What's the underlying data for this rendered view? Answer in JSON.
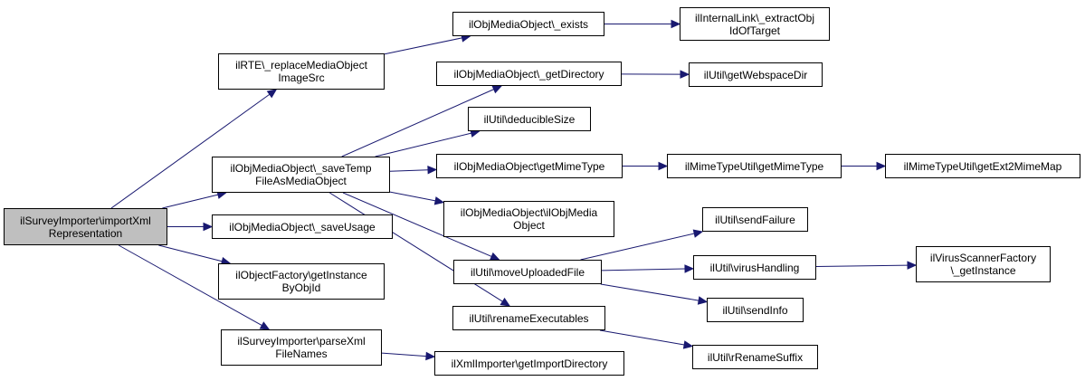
{
  "diagram": {
    "edge_color": "#191970",
    "root_fill": "#bfbfbf",
    "nodes": [
      {
        "id": "root",
        "label": "ilSurveyImporter\\importXml\nRepresentation"
      },
      {
        "id": "replaceMedia",
        "label": "ilRTE\\_replaceMediaObject\nImageSrc"
      },
      {
        "id": "saveTemp",
        "label": "ilObjMediaObject\\_saveTemp\nFileAsMediaObject"
      },
      {
        "id": "saveUsage",
        "label": "ilObjMediaObject\\_saveUsage"
      },
      {
        "id": "getInstanceByObjId",
        "label": "ilObjectFactory\\getInstance\nByObjId"
      },
      {
        "id": "parseXml",
        "label": "ilSurveyImporter\\parseXml\nFileNames"
      },
      {
        "id": "exists",
        "label": "ilObjMediaObject\\_exists"
      },
      {
        "id": "extractObj",
        "label": "ilInternalLink\\_extractObj\nIdOfTarget"
      },
      {
        "id": "getDirectory",
        "label": "ilObjMediaObject\\_getDirectory"
      },
      {
        "id": "webspace",
        "label": "ilUtil\\getWebspaceDir"
      },
      {
        "id": "deducible",
        "label": "ilUtil\\deducibleSize"
      },
      {
        "id": "getMimeType",
        "label": "ilObjMediaObject\\getMimeType"
      },
      {
        "id": "mimeUtil",
        "label": "ilMimeTypeUtil\\getMimeType"
      },
      {
        "id": "ext2mime",
        "label": "ilMimeTypeUtil\\getExt2MimeMap"
      },
      {
        "id": "ctor",
        "label": "ilObjMediaObject\\ilObjMedia\nObject"
      },
      {
        "id": "moveUploaded",
        "label": "ilUtil\\moveUploadedFile"
      },
      {
        "id": "sendFailure",
        "label": "ilUtil\\sendFailure"
      },
      {
        "id": "virusHandling",
        "label": "ilUtil\\virusHandling"
      },
      {
        "id": "virusFactory",
        "label": "ilVirusScannerFactory\n\\_getInstance"
      },
      {
        "id": "sendInfo",
        "label": "ilUtil\\sendInfo"
      },
      {
        "id": "renameExec",
        "label": "ilUtil\\renameExecutables"
      },
      {
        "id": "rRename",
        "label": "ilUtil\\rRenameSuffix"
      },
      {
        "id": "importDir",
        "label": "ilXmlImporter\\getImportDirectory"
      }
    ],
    "edges": [
      [
        "root",
        "replaceMedia"
      ],
      [
        "root",
        "saveTemp"
      ],
      [
        "root",
        "saveUsage"
      ],
      [
        "root",
        "getInstanceByObjId"
      ],
      [
        "root",
        "parseXml"
      ],
      [
        "replaceMedia",
        "exists"
      ],
      [
        "exists",
        "extractObj"
      ],
      [
        "saveTemp",
        "getDirectory"
      ],
      [
        "saveTemp",
        "deducible"
      ],
      [
        "saveTemp",
        "getMimeType"
      ],
      [
        "saveTemp",
        "ctor"
      ],
      [
        "saveTemp",
        "moveUploaded"
      ],
      [
        "saveTemp",
        "renameExec"
      ],
      [
        "getDirectory",
        "webspace"
      ],
      [
        "getMimeType",
        "mimeUtil"
      ],
      [
        "mimeUtil",
        "ext2mime"
      ],
      [
        "moveUploaded",
        "sendFailure"
      ],
      [
        "moveUploaded",
        "virusHandling"
      ],
      [
        "moveUploaded",
        "sendInfo"
      ],
      [
        "virusHandling",
        "virusFactory"
      ],
      [
        "renameExec",
        "rRename"
      ],
      [
        "parseXml",
        "importDir"
      ]
    ]
  }
}
